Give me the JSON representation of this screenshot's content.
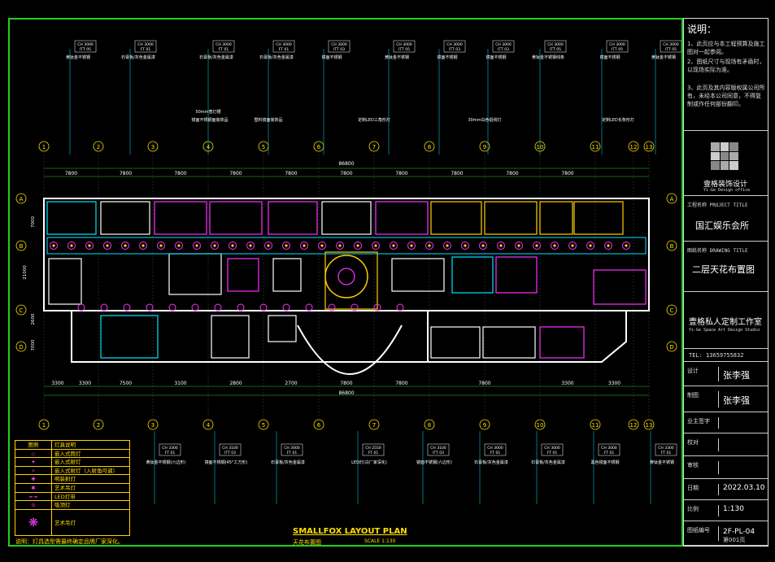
{
  "plan": {
    "title": "SMALLFOX LAYOUT PLAN",
    "subtitle": "天花布置图",
    "scale_text": "SCALE 1:130",
    "footer_note": "说明：灯具选型需最终确定品牌厂家深化。",
    "dimensions_top": [
      "7800",
      "7800",
      "7800",
      "7800",
      "7800",
      "7800",
      "7800",
      "7800",
      "7800",
      "7800"
    ],
    "total_dim_top": "86800",
    "dimensions_bottom": [
      "3300",
      "3300",
      "7500",
      "3100",
      "2800",
      "2700",
      "7800",
      "7800",
      "7800",
      "3300",
      "3300"
    ],
    "total_dim_bottom": "86800",
    "left_dims": [
      "7000",
      "21000",
      "2600",
      "7000"
    ],
    "grid_top": [
      "1",
      "2",
      "3",
      "4",
      "5",
      "6",
      "7",
      "8",
      "9",
      "10",
      "11",
      "12",
      "13"
    ],
    "grid_left": [
      "A",
      "B",
      "C",
      "D"
    ],
    "grid_right": [
      "A",
      "B",
      "C",
      "D"
    ],
    "annotations_top": [
      {
        "code": "CH 3000",
        "sub": "ITT 05",
        "label": "黄钛金不锈钢"
      },
      {
        "code": "CH 3000",
        "sub": "FT 01",
        "label": "石膏板/灰色金属漆"
      },
      {
        "code": "CH 3000",
        "sub": "FT 01",
        "label": "石膏板/灰色金属漆"
      },
      {
        "code": "CH 3000",
        "sub": "FT 01",
        "label": "石膏板/灰色金属漆"
      },
      {
        "code": "CH 3000",
        "sub": "ITT 03",
        "label": "镜面不锈钢"
      },
      {
        "code": "CH 3000",
        "sub": "ITT 05",
        "label": "黄钛金不锈钢"
      },
      {
        "code": "CH 3000",
        "sub": "ITT 03",
        "label": "镜面不锈钢"
      },
      {
        "code": "CH 3000",
        "sub": "ITT 03",
        "label": "镜面不锈钢"
      },
      {
        "code": "CH 3000",
        "sub": "ITT 05",
        "label": "黄钛金不锈钢线条"
      },
      {
        "code": "CH 3000",
        "sub": "ITT 05",
        "label": "镜面不锈钢"
      },
      {
        "code": "CH 3000",
        "sub": "ITT 05",
        "label": "黄钛金不锈钢"
      }
    ],
    "annotations_bottom": [
      {
        "code": "CH 3300",
        "sub": "FT 01",
        "label": "黄钛金不锈钢(六边形)"
      },
      {
        "code": "CH 3100",
        "sub": "ITT 03",
        "label": "镜面不锈钢(45°工方形)"
      },
      {
        "code": "CH 3000",
        "sub": "FT 01",
        "label": "石膏板/灰色金属漆"
      },
      {
        "code": "CH 2550",
        "sub": "FT 01",
        "label": "LED灯(白厂家深化)"
      },
      {
        "code": "CH 3100",
        "sub": "ITT 03",
        "label": "镜面不锈钢(六边形)"
      },
      {
        "code": "CH 3000",
        "sub": "FT 01",
        "label": "石膏板/灰色金属漆"
      },
      {
        "code": "CH 3000",
        "sub": "FT 01",
        "label": "石膏板/灰色金属漆"
      },
      {
        "code": "CH 3000",
        "sub": "FT 01",
        "label": "黑色镜面不锈钢"
      },
      {
        "code": "CH 3300",
        "sub": "FT 01",
        "label": "黄钛金不锈钢"
      }
    ],
    "mid_labels": [
      "50mm宽灯槽",
      "镜面不锈钢面装饰品",
      "塑料镜面装饰品",
      "定制LED三角形灯",
      "30mm白色铝线灯",
      "定制LED长条形灯",
      "定制LED长条形灯"
    ]
  },
  "legend": {
    "header_symbol": "图例",
    "header_label": "灯具说明",
    "items": [
      {
        "sym": "◇",
        "label": "嵌入式筒灯"
      },
      {
        "sym": "✦",
        "label": "嵌入式射灯"
      },
      {
        "sym": "✧",
        "label": "嵌入式射灯（入射角可调）"
      },
      {
        "sym": "✚",
        "label": "明装射灯"
      },
      {
        "sym": "✱",
        "label": "艺术吊灯"
      },
      {
        "sym": "━ ━",
        "label": "LED灯带"
      },
      {
        "sym": "⊙",
        "label": "吸顶灯"
      },
      {
        "sym": "❋",
        "label": "艺术吊灯"
      }
    ]
  },
  "titleblock": {
    "notes_title": "说明：",
    "notes": [
      "1、此页应与本工程预算及施工图对一起参阅。",
      "2、图纸尺寸与现场有矛盾时，以现场实际为准。",
      "3、此页及其内容版权属公司所有，未经本公司同意，不得复制或作任何部份翻印。"
    ],
    "company": "壹格装饰设计",
    "company_en": "Yi-Ge Design office",
    "project_label": "工程名称 PROJECT TITLE",
    "project_name": "国汇娱乐会所",
    "drawing_label": "图纸名称 DRAWING TITLE",
    "drawing_name": "二层天花布置图",
    "studio": "壹格私人定制工作室",
    "studio_en": "Yi-Ge Space Art Design Studio",
    "tel": "TEL: 13659755832",
    "rows": [
      {
        "label": "设计",
        "value": "张李强"
      },
      {
        "label": "制图",
        "value": "张李强"
      },
      {
        "label": "业主签字",
        "value": ""
      },
      {
        "label": "校对",
        "value": ""
      },
      {
        "label": "审核",
        "value": ""
      },
      {
        "label": "日期",
        "value": "2022.03.10"
      },
      {
        "label": "比例",
        "value": "1:130"
      },
      {
        "label": "图纸编号",
        "value": "2F-PL-04"
      }
    ],
    "page_no": "第001页"
  },
  "colors": {
    "frame": "#20d020",
    "wall": "#ffffff",
    "accent_cyan": "#00e5ff",
    "accent_magenta": "#ff30ff",
    "accent_yellow": "#ffd000",
    "legend": "#ffd000"
  }
}
